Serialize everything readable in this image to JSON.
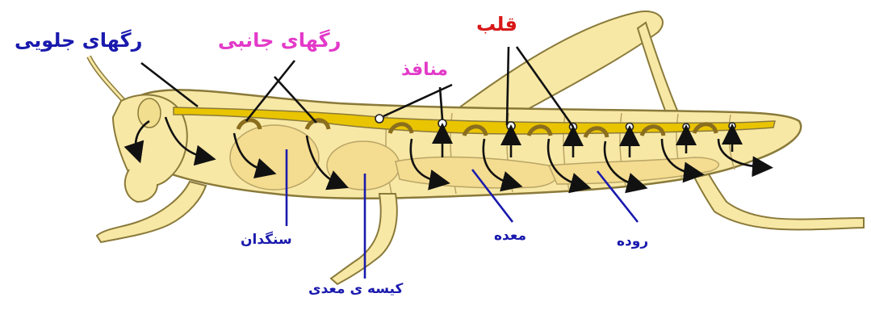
{
  "colors": {
    "body_fill": "#F8E8A6",
    "body_stroke": "#8A7A3A",
    "heart_fill": "#E9C400",
    "arrow": "#111111",
    "blue": "#1A1AAE",
    "magenta": "#E33AC9",
    "red": "#D81818"
  },
  "labels": {
    "front_vessels": "رگهای جلویی",
    "lateral_vessels": "رگهای جانبی",
    "ostia": "منافذ",
    "heart": "قلب",
    "crop": "سنگدان",
    "gastric_caeca": "کیسه ی معدی",
    "stomach": "معده",
    "intestine": "روده"
  }
}
